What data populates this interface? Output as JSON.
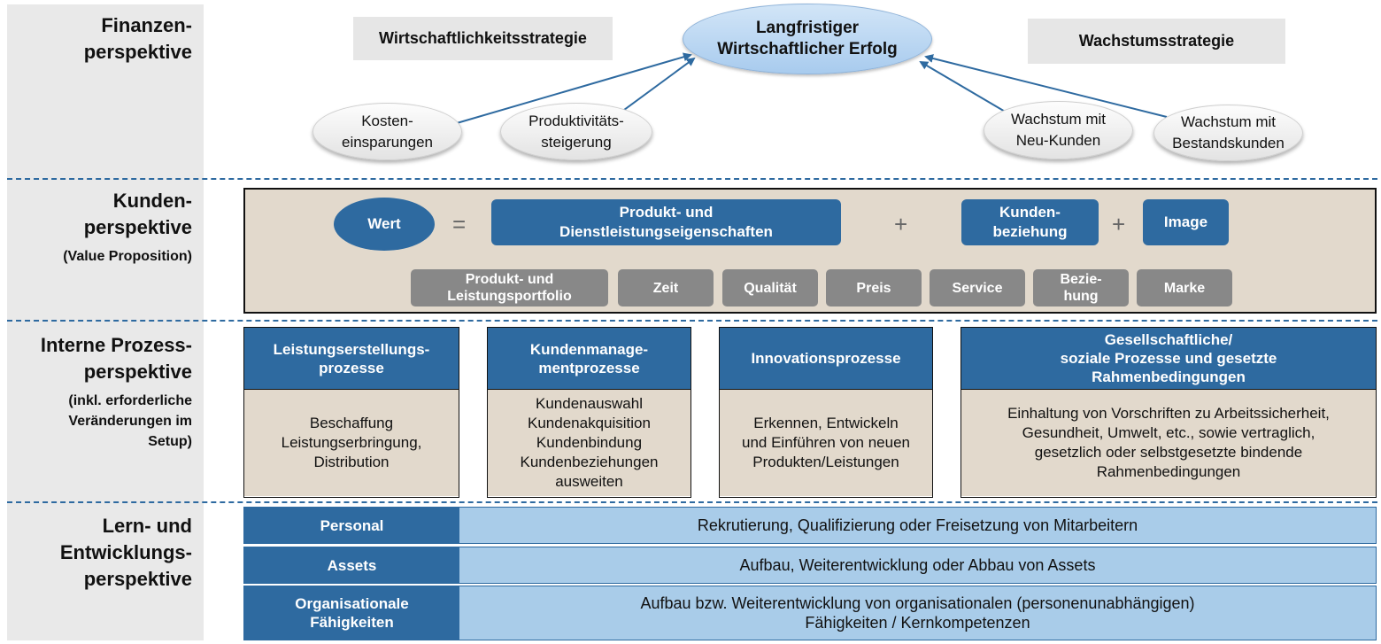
{
  "perspectives": {
    "finance": "Finanzen-\nperspektive",
    "customer": "Kunden-\nperspektive",
    "customer_sub": "(Value Proposition)",
    "process": "Interne Prozess-\nperspektive",
    "process_sub": "(inkl. erforderliche\nVeränderungen im\nSetup)",
    "learning": "Lern- und\nEntwicklungs-\nperspektive"
  },
  "finance": {
    "strategy_left": "Wirtschaftlichkeitsstrategie",
    "strategy_right": "Wachstumsstrategie",
    "goal": "Langfristiger\nWirtschaftlicher Erfolg",
    "drivers": [
      "Kosten-\neinsparungen",
      "Produktivitäts-\nsteigerung",
      "Wachstum mit\nNeu-Kunden",
      "Wachstum mit\nBestandskunden"
    ]
  },
  "customer": {
    "wert": "Wert",
    "equals": "=",
    "plus": "+",
    "product": "Produkt- und\nDienstleistungseigenschaften",
    "relation": "Kunden-\nbeziehung",
    "image": "Image",
    "attributes": [
      "Produkt- und\nLeistungsportfolio",
      "Zeit",
      "Qualität",
      "Preis",
      "Service",
      "Bezie-\nhung",
      "Marke"
    ]
  },
  "processes": [
    {
      "title": "Leistungserstellungs-\nprozesse",
      "body": "Beschaffung\nLeistungserbringung,\nDistribution"
    },
    {
      "title": "Kundenmanage-\nmentprozesse",
      "body": "Kundenauswahl\nKundenakquisition\nKundenbindung\nKundenbeziehungen\nausweiten"
    },
    {
      "title": "Innovationsprozesse",
      "body": "Erkennen, Entwickeln\nund Einführen von neuen\nProdukten/Leistungen"
    },
    {
      "title": "Gesellschaftliche/\nsoziale Prozesse und gesetzte\nRahmenbedingungen",
      "body": "Einhaltung von Vorschriften zu Arbeitssicherheit,\nGesundheit, Umwelt, etc., sowie  vertraglich,\ngesetzlich oder selbstgesetzte bindende\nRahmenbedingungen"
    }
  ],
  "learning": [
    {
      "title": "Personal",
      "body": "Rekrutierung, Qualifizierung oder Freisetzung von Mitarbeitern"
    },
    {
      "title": "Assets",
      "body": "Aufbau, Weiterentwicklung oder Abbau von Assets"
    },
    {
      "title": "Organisationale\nFähigkeiten",
      "body": "Aufbau bzw. Weiterentwicklung von organisationalen (personenunabhängigen)\nFähigkeiten / Kernkompetenzen"
    }
  ],
  "colors": {
    "primary_blue": "#2e6aa0",
    "light_blue": "#a9cce9",
    "beige": "#e2d9cc",
    "gray_button": "#888888"
  }
}
